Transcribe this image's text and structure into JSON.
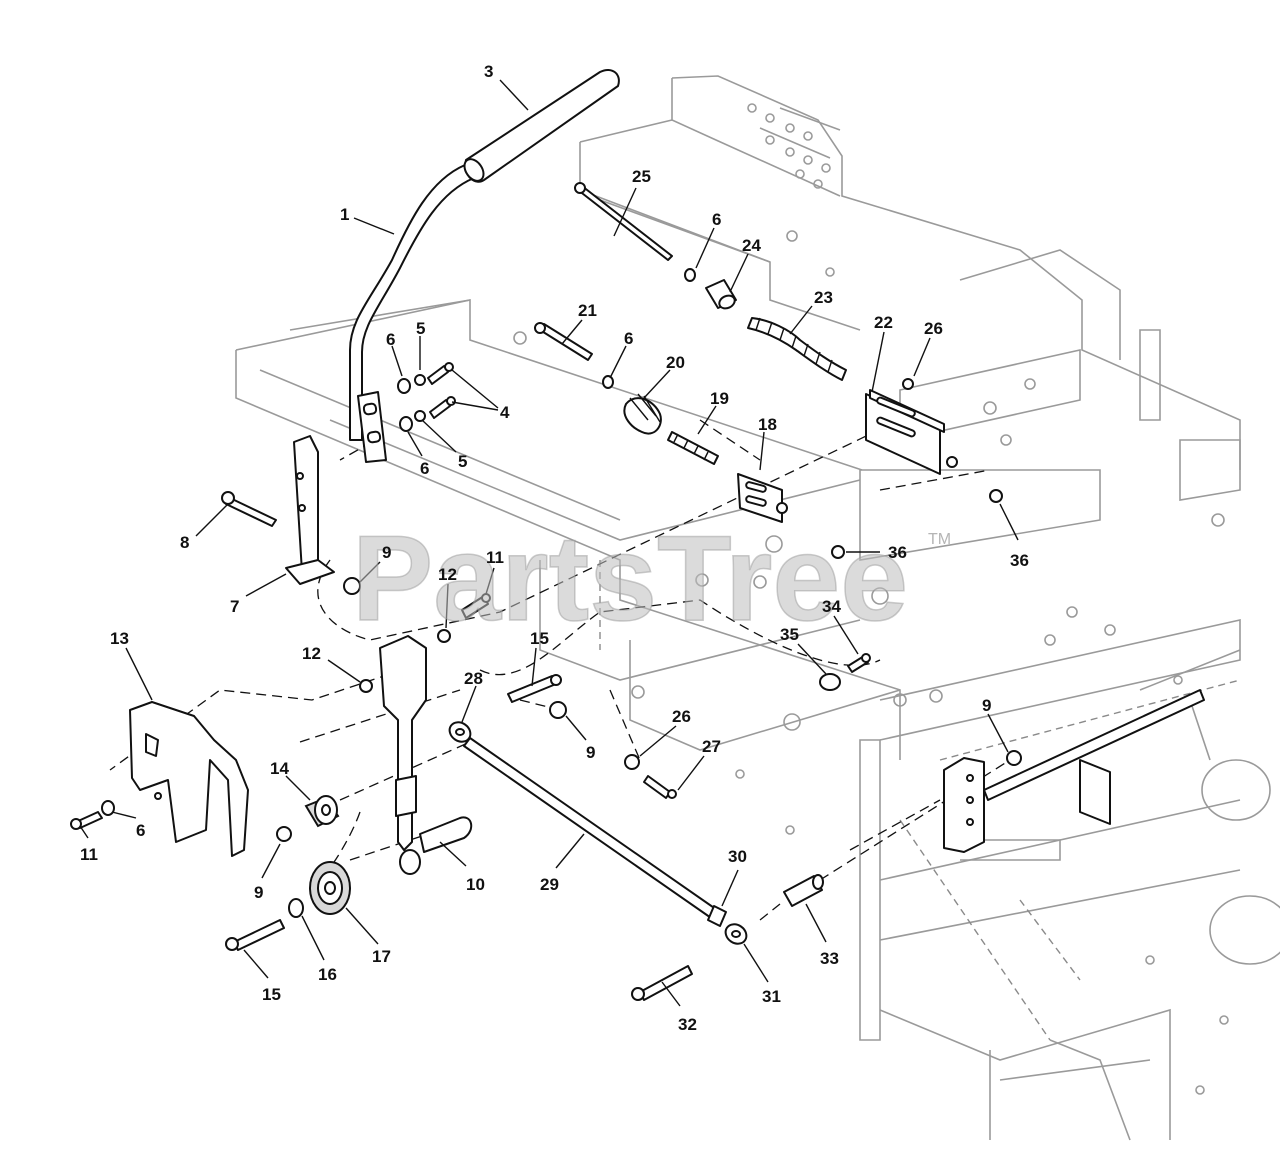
{
  "watermark": {
    "text": "PartsTree",
    "trademark": "TM"
  },
  "colors": {
    "ink": "#111111",
    "frame": "#9a9a9a",
    "watermark": "#bdbdbd"
  },
  "callouts": [
    {
      "id": "c3",
      "label": "3"
    },
    {
      "id": "c1",
      "label": "1"
    },
    {
      "id": "c25",
      "label": "25"
    },
    {
      "id": "c6a",
      "label": "6"
    },
    {
      "id": "c24",
      "label": "24"
    },
    {
      "id": "c23",
      "label": "23"
    },
    {
      "id": "c21",
      "label": "21"
    },
    {
      "id": "c6b",
      "label": "6"
    },
    {
      "id": "c20",
      "label": "20"
    },
    {
      "id": "c22",
      "label": "22"
    },
    {
      "id": "c26a",
      "label": "26"
    },
    {
      "id": "c6c",
      "label": "6"
    },
    {
      "id": "c5a",
      "label": "5"
    },
    {
      "id": "c4",
      "label": "4"
    },
    {
      "id": "c19",
      "label": "19"
    },
    {
      "id": "c18",
      "label": "18"
    },
    {
      "id": "c6d",
      "label": "6"
    },
    {
      "id": "c5b",
      "label": "5"
    },
    {
      "id": "c8",
      "label": "8"
    },
    {
      "id": "c9a",
      "label": "9"
    },
    {
      "id": "c11a",
      "label": "11"
    },
    {
      "id": "c12a",
      "label": "12"
    },
    {
      "id": "c7",
      "label": "7"
    },
    {
      "id": "c36a",
      "label": "36"
    },
    {
      "id": "c36b",
      "label": "36"
    },
    {
      "id": "c34",
      "label": "34"
    },
    {
      "id": "c13",
      "label": "13"
    },
    {
      "id": "c12b",
      "label": "12"
    },
    {
      "id": "c15a",
      "label": "15"
    },
    {
      "id": "c35",
      "label": "35"
    },
    {
      "id": "c28",
      "label": "28"
    },
    {
      "id": "c9b",
      "label": "9"
    },
    {
      "id": "c26b",
      "label": "26"
    },
    {
      "id": "c27",
      "label": "27"
    },
    {
      "id": "c9c",
      "label": "9"
    },
    {
      "id": "c14",
      "label": "14"
    },
    {
      "id": "c11b",
      "label": "11"
    },
    {
      "id": "c6e",
      "label": "6"
    },
    {
      "id": "c10",
      "label": "10"
    },
    {
      "id": "c29",
      "label": "29"
    },
    {
      "id": "c30",
      "label": "30"
    },
    {
      "id": "c9d",
      "label": "9"
    },
    {
      "id": "c17",
      "label": "17"
    },
    {
      "id": "c16",
      "label": "16"
    },
    {
      "id": "c15b",
      "label": "15"
    },
    {
      "id": "c31",
      "label": "31"
    },
    {
      "id": "c33",
      "label": "33"
    },
    {
      "id": "c32",
      "label": "32"
    }
  ]
}
